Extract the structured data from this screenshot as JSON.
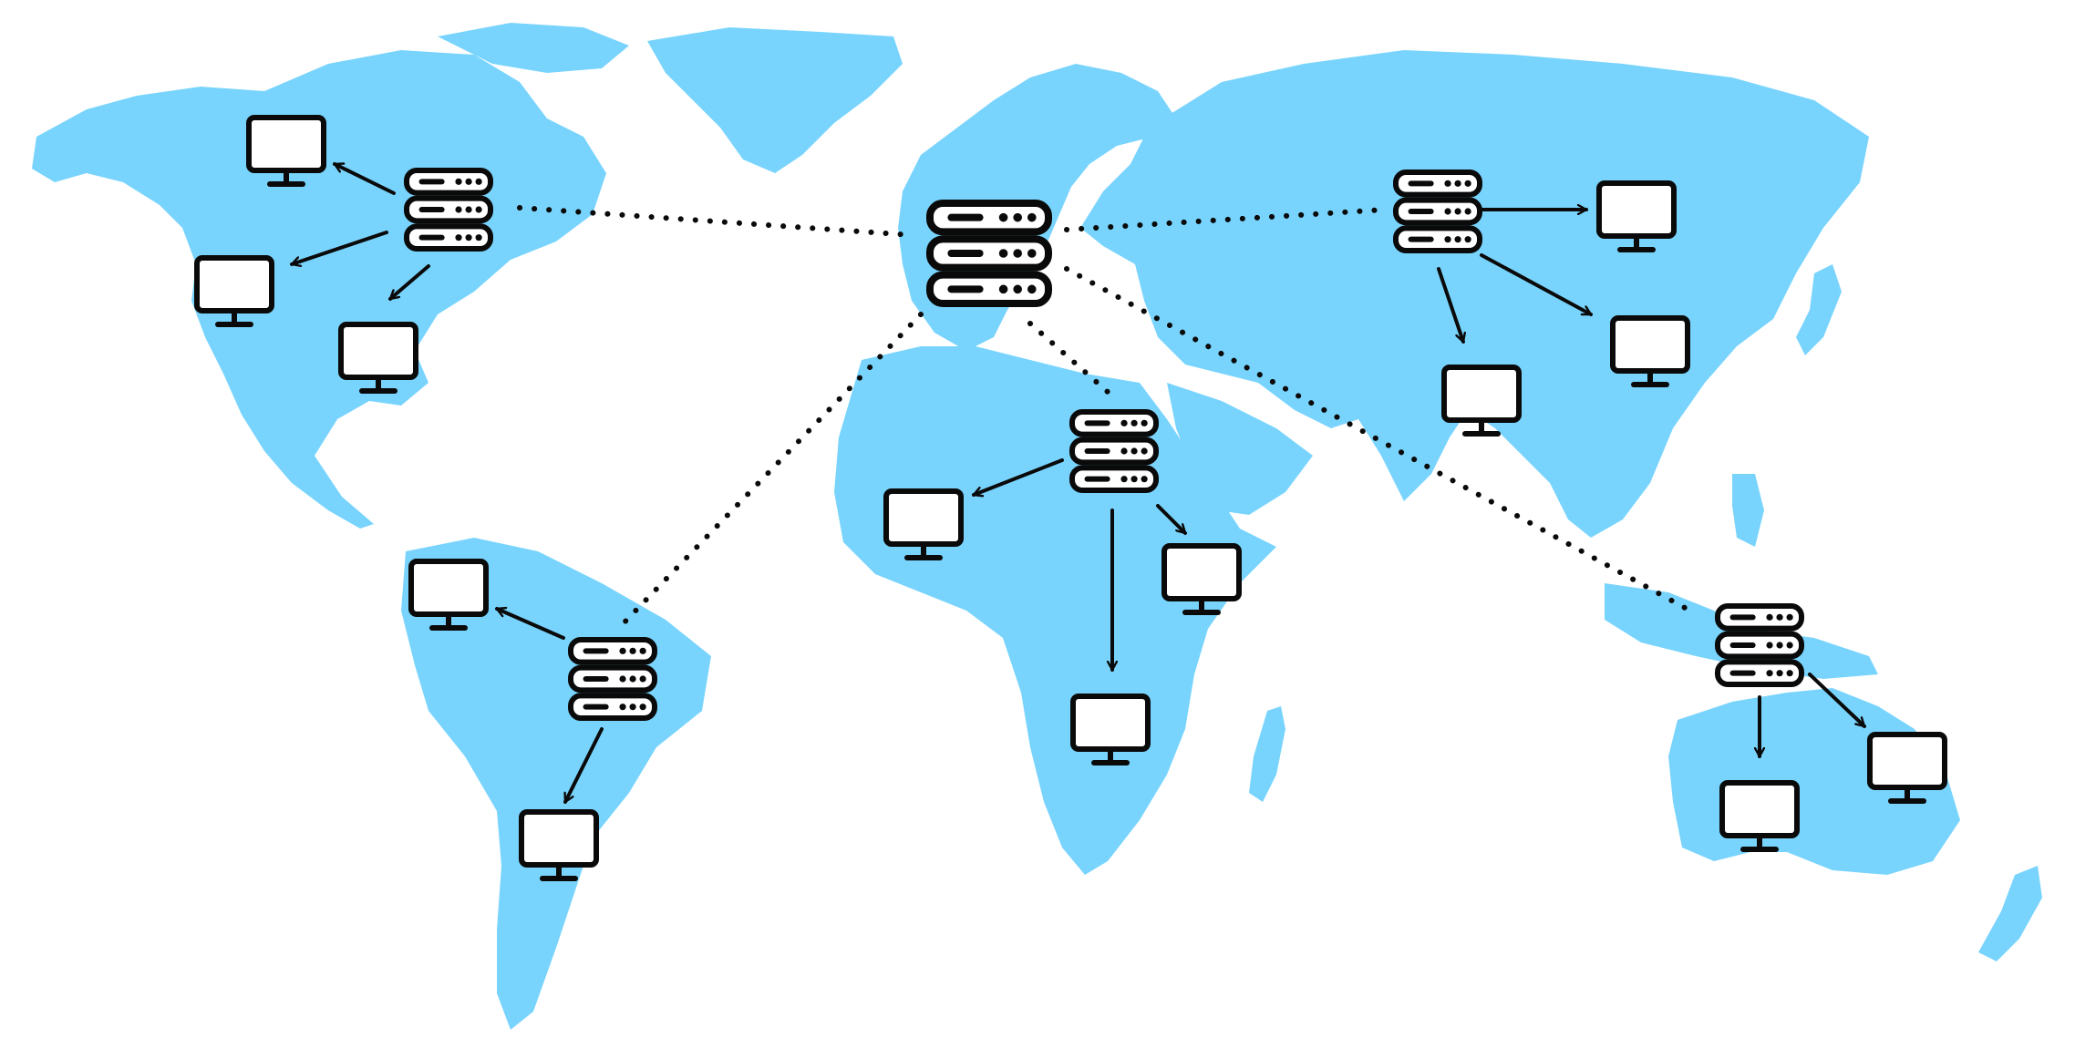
{
  "diagram": {
    "type": "cdn-network-map",
    "colors": {
      "land": "#79d4fd",
      "ink": "#0a0a0a",
      "background": "#ffffff"
    },
    "icons": {
      "origin": "server-rack-icon",
      "edge": "server-rack-icon",
      "client": "monitor-icon"
    },
    "nodes": [
      {
        "id": "origin-europe",
        "kind": "origin",
        "region": "europe"
      },
      {
        "id": "edge-north-america",
        "kind": "edge",
        "region": "north-america"
      },
      {
        "id": "edge-south-america",
        "kind": "edge",
        "region": "south-america"
      },
      {
        "id": "edge-africa",
        "kind": "edge",
        "region": "africa"
      },
      {
        "id": "edge-asia",
        "kind": "edge",
        "region": "asia"
      },
      {
        "id": "edge-oceania",
        "kind": "edge",
        "region": "oceania"
      }
    ],
    "backbone_links": [
      {
        "from": "origin-europe",
        "to": "edge-north-america",
        "style": "dotted"
      },
      {
        "from": "origin-europe",
        "to": "edge-south-america",
        "style": "dotted"
      },
      {
        "from": "origin-europe",
        "to": "edge-africa",
        "style": "dotted"
      },
      {
        "from": "origin-europe",
        "to": "edge-asia",
        "style": "dotted"
      },
      {
        "from": "origin-europe",
        "to": "edge-oceania",
        "style": "dotted"
      }
    ],
    "client_counts": {
      "edge-north-america": 3,
      "edge-south-america": 2,
      "edge-africa": 3,
      "edge-asia": 3,
      "edge-oceania": 2
    }
  }
}
